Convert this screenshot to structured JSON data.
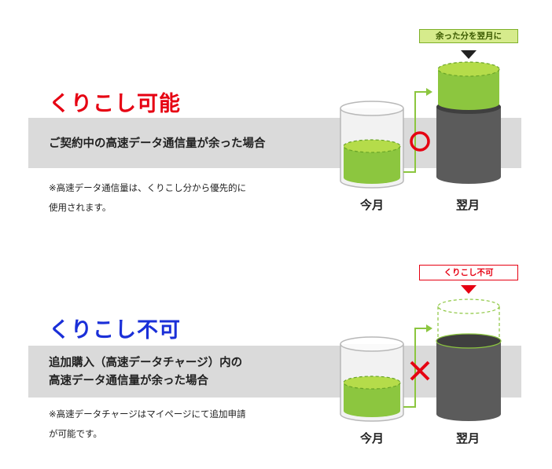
{
  "section1": {
    "title": "くりこし可能",
    "band_text": "ご契約中の高速データ通信量が余った場合",
    "note_line1": "※高速データ通信量は、くりこし分から優先的に",
    "note_line2": "使用されます。",
    "tag": "余った分を翌月に",
    "this_month": "今月",
    "next_month": "翌月",
    "mark": "circle-mark"
  },
  "section2": {
    "title": "くりこし不可",
    "band_text_line1": "追加購入（高速データチャージ）内の",
    "band_text_line2": "高速データ通信量が余った場合",
    "note_line1": "※高速データチャージはマイページにて追加申請",
    "note_line2": "が可能です。",
    "tag": "くりこし不可",
    "this_month": "今月",
    "next_month": "翌月",
    "mark": "cross-mark"
  },
  "colors": {
    "red": "#e60012",
    "blue": "#1a2fd8",
    "green": "#8cc63f",
    "green_dark": "#6aa528",
    "band": "#dadada",
    "dark_cylinder": "#5b5b5b"
  }
}
